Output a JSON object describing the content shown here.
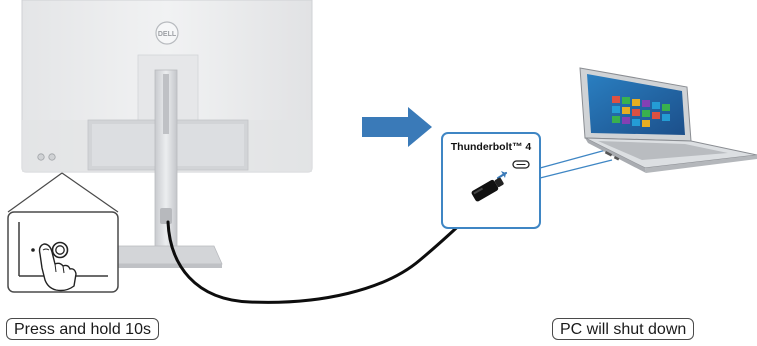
{
  "monitor": {
    "logo": "DELL"
  },
  "port_callout": {
    "label": "Thunderbolt™ 4"
  },
  "captions": {
    "left": "Press and hold 10s",
    "right": "PC will shut down"
  },
  "colors": {
    "arrow": "#3a7ab8",
    "callout_border": "#3f86c4",
    "monitor_body": "#e9eaec",
    "monitor_shade": "#c9cbcf",
    "stand": "#d7d9dc"
  },
  "icons": [
    "power-button-icon",
    "finger-press-icon",
    "usb-c-port-icon",
    "right-arrow-icon"
  ]
}
